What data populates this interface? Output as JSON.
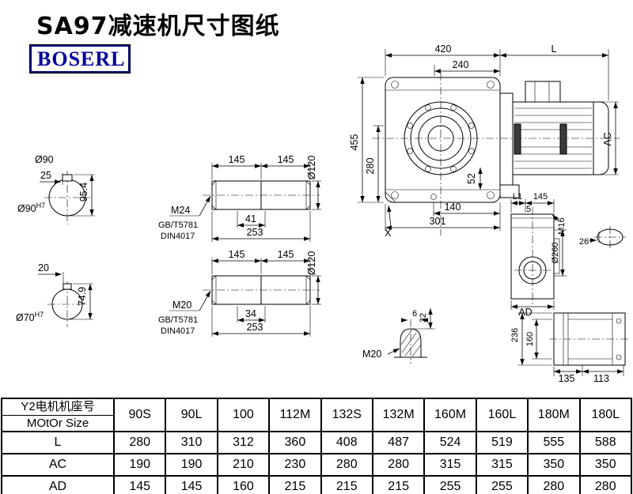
{
  "title": "SA97减速机尺寸图纸",
  "logo": "BOSERL",
  "drawing": {
    "shaft90": {
      "dia": "Ø90",
      "key": "25",
      "height": "95.4",
      "bore": "Ø90",
      "tol": "H7"
    },
    "shaft70": {
      "key": "20",
      "height": "74.9",
      "bore": "Ø70",
      "tol": "H7"
    },
    "shaftTop": {
      "seg1": "145",
      "seg2": "145",
      "dia": "Ø120",
      "thread": "M24",
      "std1": "GB/T5781",
      "std2": "DIN4017",
      "len1": "41",
      "len2": "253"
    },
    "shaftBottom": {
      "seg1": "145",
      "seg2": "145",
      "dia": "Ø120",
      "thread": "M20",
      "std1": "GB/T5781",
      "std2": "DIN4017",
      "len1": "34",
      "len2": "253"
    },
    "main": {
      "w": "420",
      "L": "L",
      "d240": "240",
      "h": "455",
      "d280": "280",
      "d52": "52",
      "ac": "AC",
      "d140": "140",
      "d301": "301",
      "x": "X"
    },
    "side": {
      "l1": "L1",
      "d145": "145",
      "d5": "5",
      "m16": "M16",
      "dia": "Ø260",
      "d26": "26",
      "ad": "AD"
    },
    "rear": {
      "d236": "236",
      "d160": "160",
      "d135": "135",
      "d113": "113"
    },
    "tip": {
      "d32": "32",
      "d6": "6",
      "m20": "M20"
    }
  },
  "table": {
    "header_line1": "Y2电机机座号",
    "header_line2": "MOtOr Size",
    "columns": [
      "90S",
      "90L",
      "100",
      "112M",
      "132S",
      "132M",
      "160M",
      "160L",
      "180M",
      "180L"
    ],
    "rows": [
      {
        "label": "L",
        "values": [
          "280",
          "310",
          "312",
          "360",
          "408",
          "487",
          "524",
          "519",
          "555",
          "588"
        ]
      },
      {
        "label": "AC",
        "values": [
          "190",
          "190",
          "210",
          "230",
          "280",
          "280",
          "315",
          "315",
          "350",
          "350"
        ]
      },
      {
        "label": "AD",
        "values": [
          "145",
          "145",
          "160",
          "215",
          "215",
          "215",
          "255",
          "255",
          "280",
          "280"
        ]
      }
    ]
  }
}
